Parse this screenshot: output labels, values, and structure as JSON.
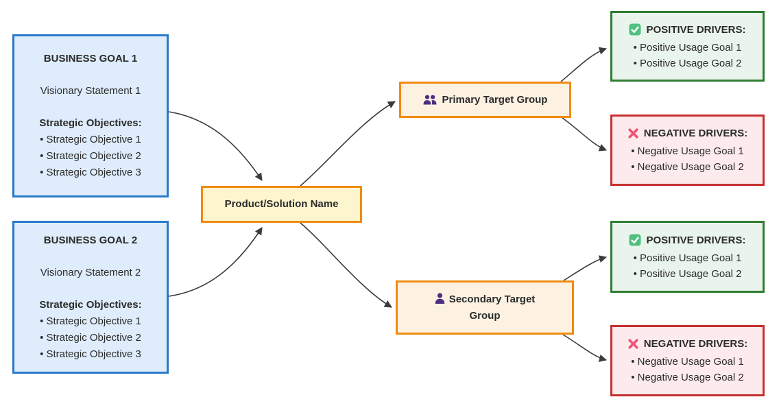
{
  "diagram": {
    "type": "flowchart",
    "business_goals": [
      {
        "title": "BUSINESS GOAL 1",
        "vision": "Visionary Statement 1",
        "objectives_heading": "Strategic Objectives:",
        "objectives": [
          "Strategic Objective 1",
          "Strategic Objective 2",
          "Strategic Objective 3"
        ]
      },
      {
        "title": "BUSINESS GOAL 2",
        "vision": "Visionary Statement 2",
        "objectives_heading": "Strategic Objectives:",
        "objectives": [
          "Strategic Objective 1",
          "Strategic Objective 2",
          "Strategic Objective 3"
        ]
      }
    ],
    "product": {
      "label": "Product/Solution Name"
    },
    "target_groups": [
      {
        "label": "Primary Target Group",
        "icon": "users-icon"
      },
      {
        "label": "Secondary Target Group",
        "icon": "user-icon"
      }
    ],
    "drivers": [
      {
        "positive": {
          "title": "POSITIVE DRIVERS:",
          "items": [
            "Positive Usage Goal 1",
            "Positive Usage Goal 2"
          ]
        },
        "negative": {
          "title": "NEGATIVE DRIVERS:",
          "items": [
            "Negative Usage Goal 1",
            "Negative Usage Goal 2"
          ]
        }
      },
      {
        "positive": {
          "title": "POSITIVE DRIVERS:",
          "items": [
            "Positive Usage Goal 1",
            "Positive Usage Goal 2"
          ]
        },
        "negative": {
          "title": "NEGATIVE DRIVERS:",
          "items": [
            "Negative Usage Goal 1",
            "Negative Usage Goal 2"
          ]
        }
      }
    ],
    "edges": [
      {
        "from": "business-goal-1",
        "to": "product"
      },
      {
        "from": "business-goal-2",
        "to": "product"
      },
      {
        "from": "product",
        "to": "primary-target-group"
      },
      {
        "from": "product",
        "to": "secondary-target-group"
      },
      {
        "from": "primary-target-group",
        "to": "positive-drivers-1"
      },
      {
        "from": "primary-target-group",
        "to": "negative-drivers-1"
      },
      {
        "from": "secondary-target-group",
        "to": "positive-drivers-2"
      },
      {
        "from": "secondary-target-group",
        "to": "negative-drivers-2"
      }
    ],
    "colors": {
      "goal_border": "#2879c9",
      "goal_fill": "#deecfb",
      "product_border": "#f08b10",
      "product_fill": "#fcf5cd",
      "target_fill": "#fdf2e2",
      "positive_border": "#2e7d32",
      "positive_fill": "#e9f5ec",
      "negative_border": "#c52f2f",
      "negative_fill": "#fdeaec",
      "edge": "#3b3b3b",
      "icon_purple": "#4f2d7f",
      "icon_green": "#50c081",
      "icon_pink": "#ef5576",
      "text": "#2b2b2b"
    }
  }
}
